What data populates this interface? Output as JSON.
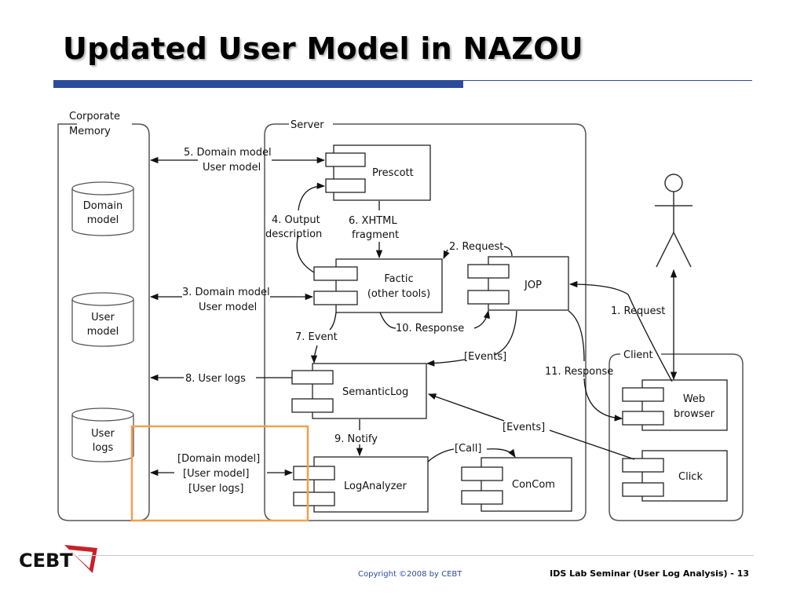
{
  "slide": {
    "title": "Updated User Model in NAZOU"
  },
  "diagram": {
    "corporate_memory": {
      "label_line1": "Corporate",
      "label_line2": "Memory",
      "stores": [
        {
          "line1": "Domain",
          "line2": "model"
        },
        {
          "line1": "User",
          "line2": "model"
        },
        {
          "line1": "User",
          "line2": "logs"
        }
      ]
    },
    "server": {
      "label": "Server",
      "components": {
        "prescott": "Prescott",
        "factic_line1": "Factic",
        "factic_line2": "(other tools)",
        "jop": "JOP",
        "semanticlog": "SemanticLog",
        "loganalyzer": "LogAnalyzer",
        "concom": "ConCom"
      }
    },
    "client": {
      "label": "Client",
      "web_browser_line1": "Web",
      "web_browser_line2": "browser",
      "click": "Click"
    },
    "flows": {
      "f5_line1": "5. Domain model",
      "f5_line2": "User model",
      "f4_line1": "4. Output",
      "f4_line2": "description",
      "f6_line1": "6. XHTML",
      "f6_line2": "fragment",
      "f2": "2. Request",
      "f3_line1": "3. Domain model",
      "f3_line2": "User model",
      "f1": "1. Request",
      "f10": "10. Response",
      "f7": "7. Event",
      "events_jop": "[Events]",
      "f11": "11. Response",
      "f8": "8. User logs",
      "events_click": "[Events]",
      "f9": "9. Notify",
      "call": "[Call]",
      "opt_line1": "[Domain model]",
      "opt_line2": "[User model]",
      "opt_line3": "[User logs]"
    }
  },
  "footer": {
    "logo_text": "CEBT",
    "copyright": "Copyright ©2008 by CEBT",
    "seminar": "IDS Lab Seminar (User Log Analysis) - 13"
  },
  "colors": {
    "accent_blue": "#2b4b9b",
    "highlight_orange": "#f0a050",
    "logo_red": "#c8202a"
  }
}
